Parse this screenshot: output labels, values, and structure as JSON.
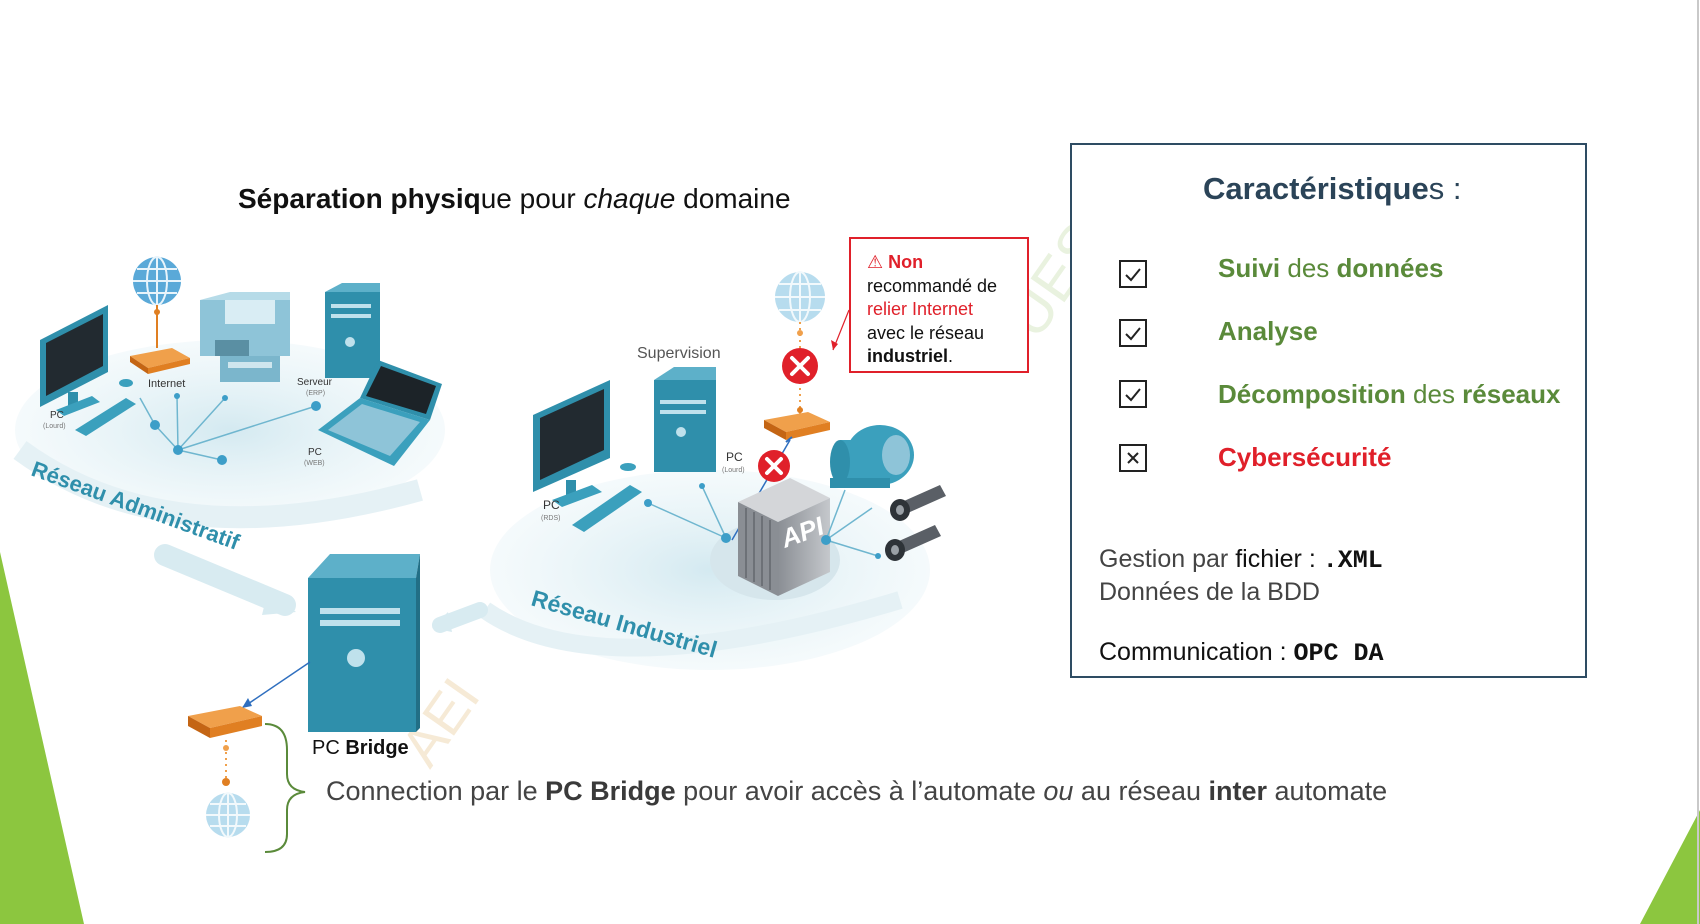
{
  "title": {
    "bold1": "Séparation physiq",
    "normal1": "ue pour ",
    "italic": "chaque",
    "normal2": " domaine"
  },
  "warning": {
    "line1": "Non",
    "line2": "recommandé de",
    "line3": "relier Internet",
    "line4": "avec le réseau",
    "line5": "industriel",
    "line5_end": "."
  },
  "admin_network": {
    "label": "Réseau Administratif",
    "internet": "Internet",
    "pc_lourd": "PC",
    "pc_lourd_sub": "(Lourd)",
    "server": "Serveur",
    "server_sub": "(ERP)",
    "pc_web": "PC",
    "pc_web_sub": "(WEB)"
  },
  "industrial_network": {
    "label": "Réseau Industriel",
    "supervision": "Supervision",
    "pc_lourd": "PC",
    "pc_lourd_sub": "(Lourd)",
    "pc_rds": "PC",
    "pc_rds_sub": "(RDS)",
    "api": "API"
  },
  "bridge": {
    "prefix": "PC ",
    "bold": "Bridge"
  },
  "connection": {
    "p1": "Connection par le ",
    "b1": "PC Bridge",
    "p2": " pour avoir accès à l’automate ",
    "i1": "ou",
    "p3": " au réseau ",
    "b2": "inter",
    "p4": " automate"
  },
  "panel": {
    "title_bold": "Caractéristique",
    "title_rest": "s :",
    "features": [
      {
        "b1": "Suivi",
        "n1": " des ",
        "b2": "données",
        "checked": true
      },
      {
        "b1": "Analyse",
        "n1": "",
        "b2": "",
        "checked": true
      },
      {
        "b1": "Décomposition",
        "n1": " des ",
        "b2": "réseaux",
        "checked": true
      },
      {
        "b1": "Cyber",
        "n1": "sécurité",
        "b2": "",
        "checked": false
      }
    ],
    "gestion_a": "Gestion par ",
    "gestion_b": "fichier : ",
    "gestion_code": ".XML",
    "donnees": "Données de la BDD",
    "comm_a": "Comm",
    "comm_b": "unication : ",
    "comm_code": "OPC  DA"
  },
  "colors": {
    "teal": "#2f8fab",
    "orange": "#e07f22",
    "green": "#5a8a3a",
    "red": "#e0202a",
    "navy": "#2e4c63"
  }
}
